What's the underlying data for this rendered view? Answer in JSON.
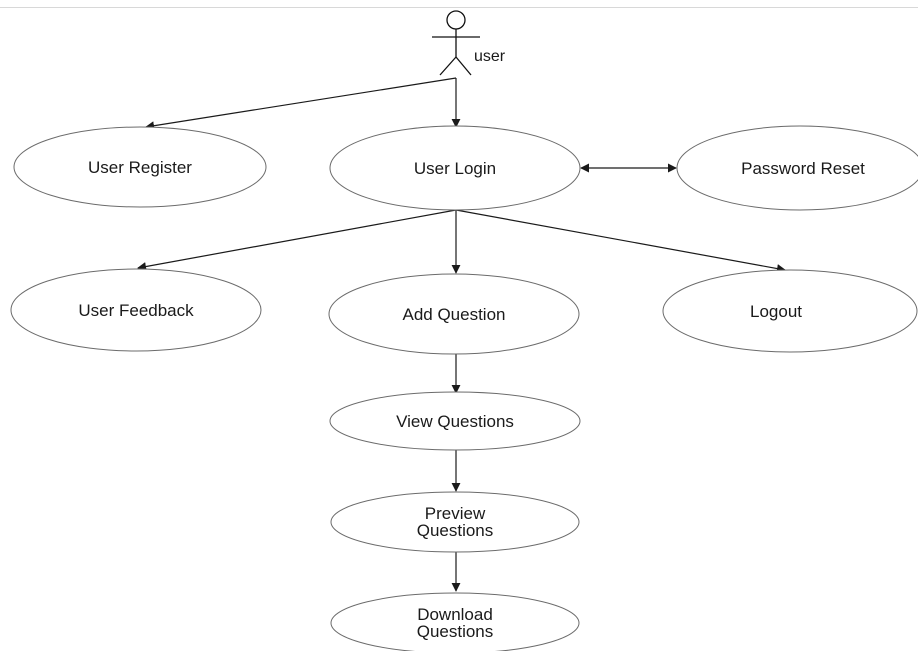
{
  "actor": {
    "label": "user"
  },
  "use_cases": {
    "user_register": "User Register",
    "user_login": "User Login",
    "password_reset": "Password Reset",
    "user_feedback": "User Feedback",
    "add_question": "Add Question",
    "logout": "Logout",
    "view_questions": "View Questions",
    "preview_questions": [
      "Preview",
      "Questions"
    ],
    "download_questions": [
      "Download",
      "Questions"
    ]
  },
  "colors": {
    "line": "#1a1a1a",
    "ellipse_stroke": "#6b6b6b",
    "ellipse_fill": "#ffffff"
  }
}
